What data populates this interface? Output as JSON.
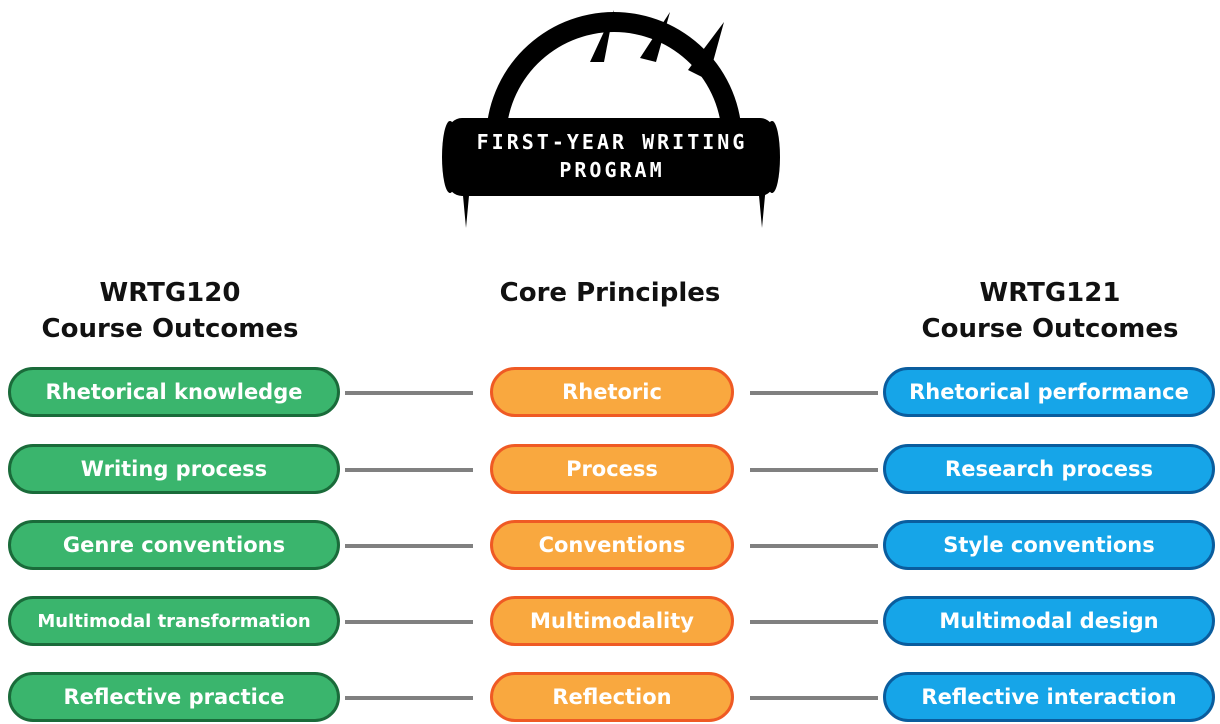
{
  "logo": {
    "line1": "FIRST-YEAR WRITING",
    "line2": "PROGRAM"
  },
  "headings": {
    "left": [
      "WRTG120",
      "Course Outcomes"
    ],
    "center": "Core Principles",
    "right": [
      "WRTG121",
      "Course Outcomes"
    ]
  },
  "rows": [
    {
      "left": "Rhetorical knowledge",
      "center": "Rhetoric",
      "right": "Rhetorical performance"
    },
    {
      "left": "Writing process",
      "center": "Process",
      "right": "Research process"
    },
    {
      "left": "Genre conventions",
      "center": "Conventions",
      "right": "Style conventions"
    },
    {
      "left": "Multimodal transformation",
      "center": "Multimodality",
      "right": "Multimodal design"
    },
    {
      "left": "Reflective practice",
      "center": "Reflection",
      "right": "Reflective interaction"
    }
  ],
  "colors": {
    "green_fill": "#3ab56d",
    "green_border": "#1a6b3a",
    "orange_fill": "#f9a83f",
    "orange_border": "#ef5a24",
    "blue_fill": "#16a5e8",
    "blue_border": "#0a5d9e",
    "connector": "#808080"
  }
}
